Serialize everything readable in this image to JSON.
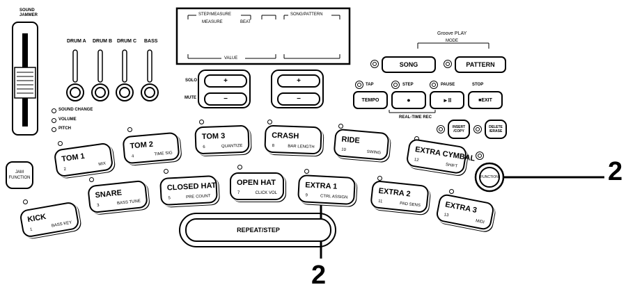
{
  "slider": {
    "title": "SOUND\nJAMMER"
  },
  "drum_knobs": [
    "DRUM A",
    "DRUM B",
    "DRUM C",
    "BASS"
  ],
  "modes": [
    "SOUND CHANGE",
    "VOLUME",
    "PITCH"
  ],
  "display": {
    "step_measure": "STEP/MEASURE",
    "measure": "MEASURE",
    "beat": "BEAT",
    "song_pattern": "SONG/PATTERN",
    "value": "VALUE"
  },
  "solo_mute": {
    "solo": "SOLO",
    "mute": "MUTE",
    "plus": "+",
    "minus": "−"
  },
  "groove": {
    "title": "Groove PLAY",
    "mode": "MODE",
    "song": "SONG",
    "pattern": "PATTERN"
  },
  "transport": {
    "tap": "TAP",
    "step": "STEP",
    "pause": "PAUSE",
    "stop": "STOP",
    "tempo": "TEMPO",
    "rec": "●",
    "play": "►II",
    "exit": "■EXIT",
    "realtime": "REAL-TIME REC",
    "insert": "INSERT\n/COPY",
    "delete": "DELETE\n/ERASE"
  },
  "pads": [
    {
      "name": "KICK",
      "num": "1",
      "fn": "BASS KEY"
    },
    {
      "name": "TOM 1",
      "num": "2",
      "fn": "MIX"
    },
    {
      "name": "SNARE",
      "num": "3",
      "fn": "BASS TUNE"
    },
    {
      "name": "TOM 2",
      "num": "4",
      "fn": "TIME SIG"
    },
    {
      "name": "CLOSED HAT",
      "num": "5",
      "fn": "PRE COUNT"
    },
    {
      "name": "TOM 3",
      "num": "6",
      "fn": "QUANTIZE"
    },
    {
      "name": "OPEN HAT",
      "num": "7",
      "fn": "CLICK VOL"
    },
    {
      "name": "CRASH",
      "num": "8",
      "fn": "BAR LENGTH"
    },
    {
      "name": "EXTRA 1",
      "num": "9",
      "fn": "CTRL ASSIGN"
    },
    {
      "name": "RIDE",
      "num": "10",
      "fn": "SWING"
    },
    {
      "name": "EXTRA 2",
      "num": "11",
      "fn": "PAD SENS"
    },
    {
      "name": "EXTRA CYMBAL",
      "num": "12",
      "fn": "SHIFT"
    },
    {
      "name": "EXTRA 3",
      "num": "13",
      "fn": "MIDI"
    }
  ],
  "jam": "JAM\nFUNCTION",
  "function_btn": "FUNCTION",
  "repeat": "REPEAT/STEP",
  "callouts": [
    "2",
    "2"
  ]
}
